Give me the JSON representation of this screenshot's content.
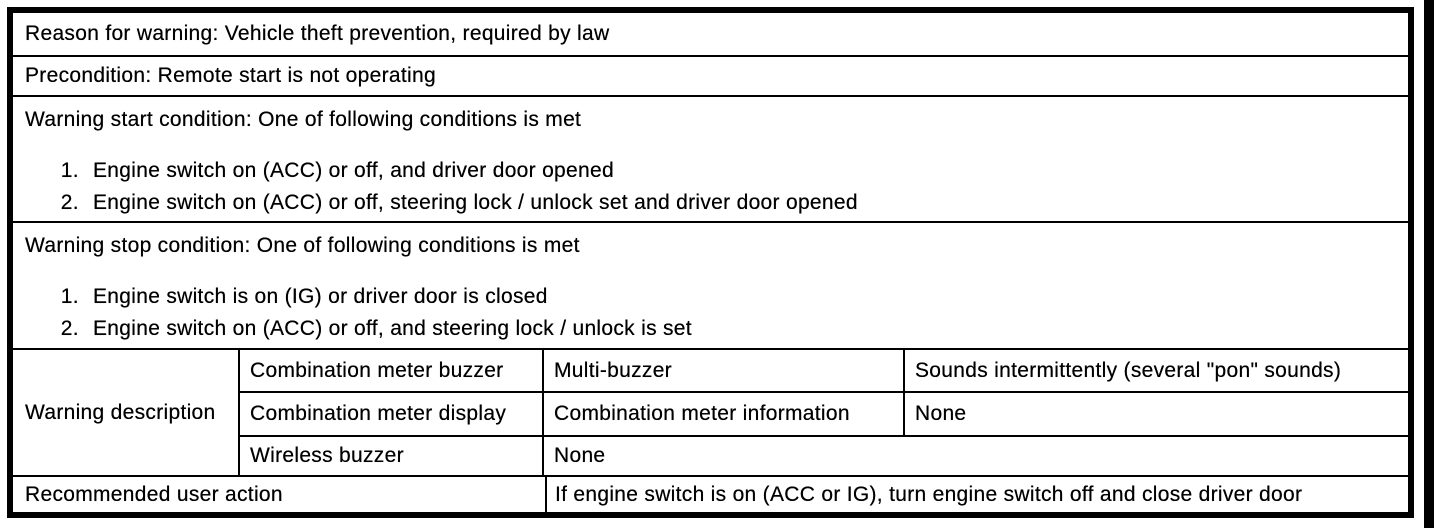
{
  "colors": {
    "text": "#000000",
    "background": "#ffffff",
    "border": "#000000"
  },
  "table": {
    "rows": {
      "reason": {
        "text": "Reason for warning: Vehicle theft prevention, required by law"
      },
      "precondition": {
        "text": "Precondition: Remote start is not operating"
      },
      "start_condition": {
        "header": "Warning start condition: One of following conditions is met",
        "items": [
          "Engine switch on (ACC) or off, and driver door opened",
          "Engine switch on (ACC) or off, steering lock / unlock set and driver door opened"
        ]
      },
      "stop_condition": {
        "header": "Warning stop condition: One of following conditions is met",
        "items": [
          "Engine switch is on (IG) or driver door is closed",
          "Engine switch on (ACC) or off, and steering lock / unlock is set"
        ]
      },
      "description": {
        "label": "Warning description",
        "subrows": [
          {
            "cells": [
              "Combination meter buzzer",
              "Multi-buzzer",
              "Sounds intermittently (several \"pon\" sounds)"
            ]
          },
          {
            "cells": [
              "Combination meter display",
              "Combination meter information",
              "None"
            ]
          },
          {
            "cells": [
              "Wireless buzzer",
              "None"
            ]
          }
        ]
      },
      "action": {
        "label": "Recommended user action",
        "value": "If engine switch is on (ACC or IG), turn engine switch off and close driver door"
      }
    }
  }
}
